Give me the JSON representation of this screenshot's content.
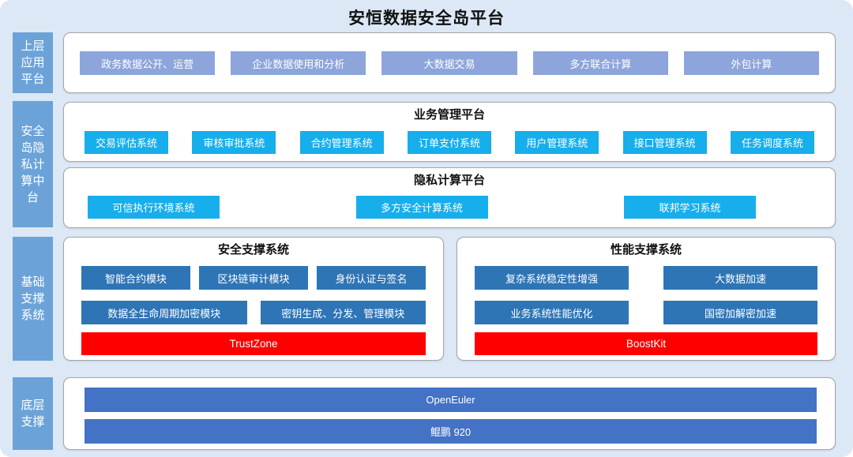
{
  "title": "安恒数据安全岛平台",
  "colors": {
    "bg": "#dce8f5",
    "label": "#6ba3d8",
    "periwinkle": "#8da5da",
    "cyan": "#17aeec",
    "darkblue": "#2e75b6",
    "red": "#fe0000",
    "royal": "#4472c4"
  },
  "layers": {
    "upper": {
      "label": "上层应用平台",
      "apps": [
        "政务数据公开、运营",
        "企业数据使用和分析",
        "大数据交易",
        "多方联合计算",
        "外包计算"
      ]
    },
    "middle": {
      "label": "安全岛隐私计算中台",
      "business": {
        "title": "业务管理平台",
        "systems": [
          "交易评估系统",
          "审核审批系统",
          "合约管理系统",
          "订单支付系统",
          "用户管理系统",
          "接口管理系统",
          "任务调度系统"
        ]
      },
      "privacy": {
        "title": "隐私计算平台",
        "systems": [
          "可信执行环境系统",
          "多方安全计算系统",
          "联邦学习系统"
        ]
      }
    },
    "foundation": {
      "label": "基础支撑系统",
      "security": {
        "title": "安全支撑系统",
        "modules_row1": [
          "智能合约模块",
          "区块链审计模块",
          "身份认证与签名"
        ],
        "modules_row2": [
          "数据全生命周期加密模块",
          "密钥生成、分发、管理模块"
        ],
        "highlight": "TrustZone"
      },
      "performance": {
        "title": "性能支撑系统",
        "modules_row1": [
          "复杂系统稳定性增强",
          "大数据加速"
        ],
        "modules_row2": [
          "业务系统性能优化",
          "国密加解密加速"
        ],
        "highlight": "BoostKit"
      }
    },
    "bottom": {
      "label": "底层支撑",
      "bars": [
        "OpenEuler",
        "鲲鹏 920"
      ]
    }
  }
}
